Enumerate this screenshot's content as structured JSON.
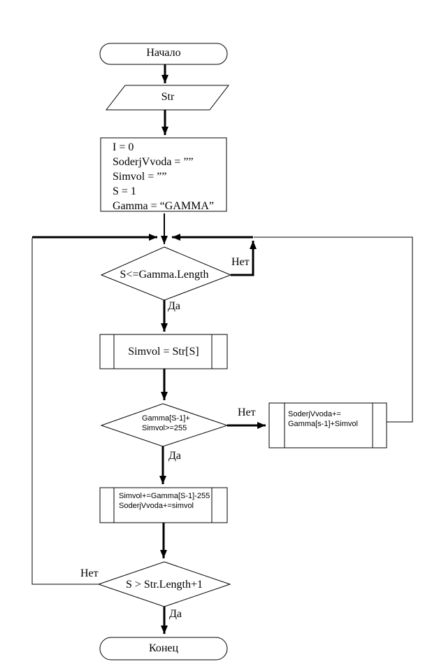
{
  "flowchart": {
    "background": "#ffffff",
    "line_color": "#000000",
    "nodes": {
      "start": {
        "type": "terminator",
        "label": "Начало"
      },
      "input_str": {
        "type": "data-io",
        "label": "Str"
      },
      "init": {
        "type": "process",
        "lines": [
          "I = 0",
          "SoderjVvoda = ””",
          "Simvol = ””",
          "S = 1",
          "Gamma = “GAMMA”"
        ]
      },
      "gamma_length_check": {
        "type": "decision",
        "label": "S<=Gamma.Length"
      },
      "read_symbol": {
        "type": "predefined-process",
        "label": "Simvol = Str[S]"
      },
      "sum_check": {
        "type": "decision",
        "lines": [
          "Gamma[S-1]+",
          "Simvol>=255"
        ]
      },
      "append_sum": {
        "type": "predefined-process",
        "lines": [
          "SoderjVvoda+=",
          "Gamma[s-1]+Simvol"
        ]
      },
      "wrap_sum": {
        "type": "predefined-process",
        "lines": [
          "Simvol+=Gamma[S-1]-255",
          "SoderjVvoda+=simvol"
        ]
      },
      "length_check": {
        "type": "decision",
        "label": "S > Str.Length+1"
      },
      "end": {
        "type": "terminator",
        "label": "Конец"
      }
    },
    "branch_labels": {
      "gamma_no": "Нет",
      "gamma_yes": "Да",
      "sum_no": "Нет",
      "sum_yes": "Да",
      "length_no": "Нет",
      "length_yes": "Да"
    }
  }
}
